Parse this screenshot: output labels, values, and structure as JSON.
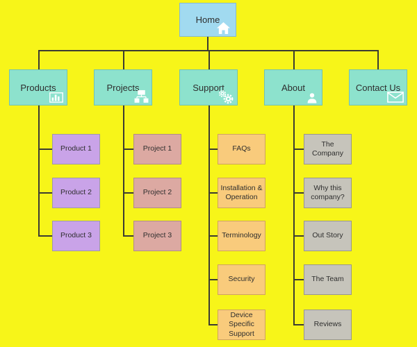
{
  "diagram": {
    "type": "sitemap",
    "background_color": "#F7F519",
    "connector_color": "#3B3B32",
    "home": {
      "label": "Home",
      "icon": "home-icon",
      "fill": "#A1DAF0"
    },
    "sections": [
      {
        "label": "Products",
        "icon": "bar-chart-icon",
        "fill": "#8DE2CD",
        "child_fill": "#C9A3E8",
        "children": [
          "Product 1",
          "Product 2",
          "Product 3"
        ]
      },
      {
        "label": "Projects",
        "icon": "sitemap-icon",
        "fill": "#8DE2CD",
        "child_fill": "#DCA9A2",
        "children": [
          "Project 1",
          "Project 2",
          "Project 3"
        ]
      },
      {
        "label": "Support",
        "icon": "gears-icon",
        "fill": "#8DE2CD",
        "child_fill": "#F9CB7C",
        "children": [
          "FAQs",
          "Installation & Operation",
          "Terminology",
          "Security",
          "Device Specific Support"
        ]
      },
      {
        "label": "About",
        "icon": "person-icon",
        "fill": "#8DE2CD",
        "child_fill": "#C6C4BB",
        "children": [
          "The Company",
          "Why this company?",
          "Out Story",
          "The Team",
          "Reviews"
        ]
      },
      {
        "label": "Contact Us",
        "icon": "envelope-icon",
        "fill": "#8DE2CD",
        "children": []
      }
    ]
  }
}
